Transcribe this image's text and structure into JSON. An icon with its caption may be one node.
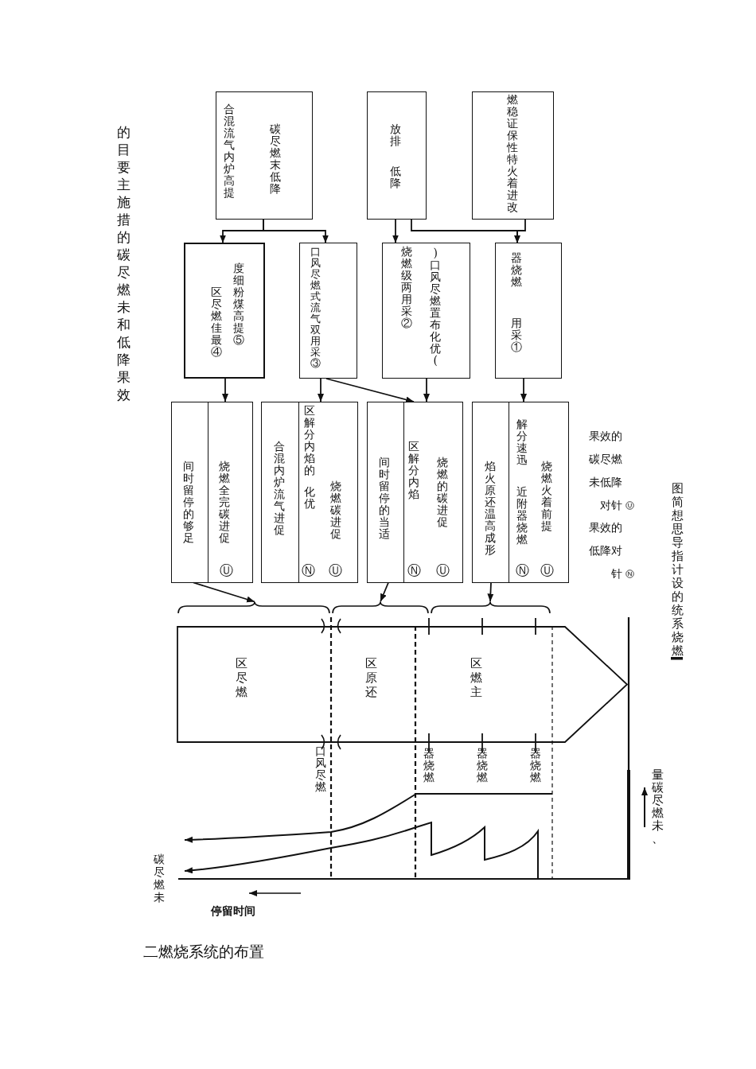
{
  "diagram": {
    "caption": "图简想思导指计设的统系烧燃",
    "nodes": [
      {
        "text": [
          "合混流气内炉高提",
          "碳尽燃末低降"
        ]
      },
      {
        "text": [
          "放排",
          "低降"
        ]
      },
      {
        "text": [
          "燃稳证保性特火着进改"
        ]
      },
      {
        "text": [
          "区尽燃佳最④",
          "度细粉煤高提⑤"
        ]
      },
      {
        "text": [
          "口风尽燃式流气双用采③"
        ]
      },
      {
        "text": [
          "烧燃级两用采②",
          ")口风尽燃置布化优("
        ]
      },
      {
        "text": [
          "器烧燃",
          "用采①"
        ]
      },
      {
        "text": [],
        "shape": "box"
      },
      {
        "text": [
          "间时留停的够足"
        ],
        "in": 7
      },
      {
        "text": [
          "烧燃全完碳进促",
          "Ⓤ"
        ],
        "in": 7
      },
      {
        "text": [],
        "shape": "box"
      },
      {
        "text": [
          "合混内炉流气进促"
        ],
        "in": 10
      },
      {
        "text": [
          "区解分内焰的",
          "化优",
          "烧燃碳进促",
          "Ⓝ",
          "Ⓤ"
        ],
        "in": 10
      },
      {
        "text": [],
        "shape": "box"
      },
      {
        "text": [
          "间时留停的当适"
        ],
        "in": 13
      },
      {
        "text": [
          "区解分内焰",
          "烧燃的碳进促",
          "Ⓝ",
          "Ⓤ"
        ],
        "in": 13
      },
      {
        "text": [],
        "shape": "box"
      },
      {
        "text": [
          "焰火原还温高成形"
        ],
        "in": 16
      },
      {
        "text": [
          "解分速迅",
          "近附器烧燃",
          "烧燃火着前提",
          "Ⓝ",
          "Ⓤ"
        ],
        "in": 16
      },
      {
        "text": [],
        "shape": "brace"
      },
      {
        "text": [],
        "shape": "brace"
      },
      {
        "text": [],
        "shape": "brace"
      },
      {
        "text": [],
        "shape": "pentagon"
      },
      {
        "text": [
          "区尽燃"
        ],
        "in": 22
      },
      {
        "text": [
          "区原还"
        ],
        "in": 22
      },
      {
        "text": [
          "区燃主"
        ],
        "in": 22
      }
    ],
    "edges": [
      {
        "from": 0,
        "to": 3,
        "arrow": "to"
      },
      {
        "from": 0,
        "to": 4,
        "arrow": "to"
      },
      {
        "from": 1,
        "to": 5,
        "arrow": "to"
      },
      {
        "from": 1,
        "to": 6,
        "arrow": "to"
      },
      {
        "from": 2,
        "to": 6,
        "arrow": "to"
      },
      {
        "from": 3,
        "to": 9,
        "arrow": "to"
      },
      {
        "from": 4,
        "to": 12,
        "arrow": "to"
      },
      {
        "from": 4,
        "to": 15,
        "arrow": "to"
      },
      {
        "from": 5,
        "to": 15,
        "arrow": "to"
      },
      {
        "from": 6,
        "to": 18,
        "arrow": "to"
      },
      {
        "from": 8,
        "to": 19,
        "arrow": "to"
      },
      {
        "from": 14,
        "to": 20,
        "arrow": "to"
      },
      {
        "from": 17,
        "to": 21,
        "arrow": "to"
      }
    ],
    "labels": [
      "的目要主施措的碳尽燃未和低降果效",
      "口风尽燃",
      "器烧燃",
      "器烧燃",
      "器烧燃",
      "量碳尽燃未、",
      "碳尽燃未",
      "停留时间",
      "二燃烧系统的布置"
    ],
    "legend": [
      {
        "text": "果效的碳尽燃未低降对针"
      },
      {
        "text": "果效的低降对针"
      }
    ]
  }
}
